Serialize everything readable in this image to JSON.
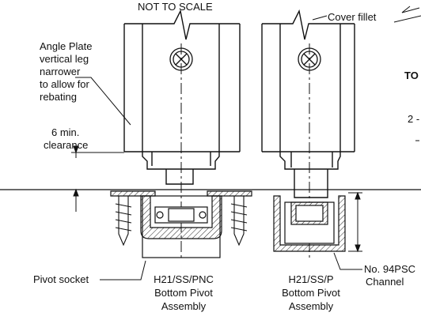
{
  "labels": {
    "not_to_scale": "NOT TO SCALE",
    "cover_fillet": "Cover fillet",
    "angle_plate": [
      "Angle Plate",
      "vertical leg",
      "narrower",
      "to allow for",
      "rebating"
    ],
    "clearance": [
      "6 min.",
      "clearance"
    ],
    "pivot_socket": "Pivot socket",
    "pnc_assembly": [
      "H21/SS/PNC",
      "Bottom Pivot",
      "Assembly"
    ],
    "p_assembly": [
      "H21/SS/P",
      "Bottom Pivot",
      "Assembly"
    ],
    "channel": [
      "No. 94PSC",
      "Channel"
    ],
    "cut_off_right_1": "TO",
    "cut_off_right_2": "2 -"
  }
}
